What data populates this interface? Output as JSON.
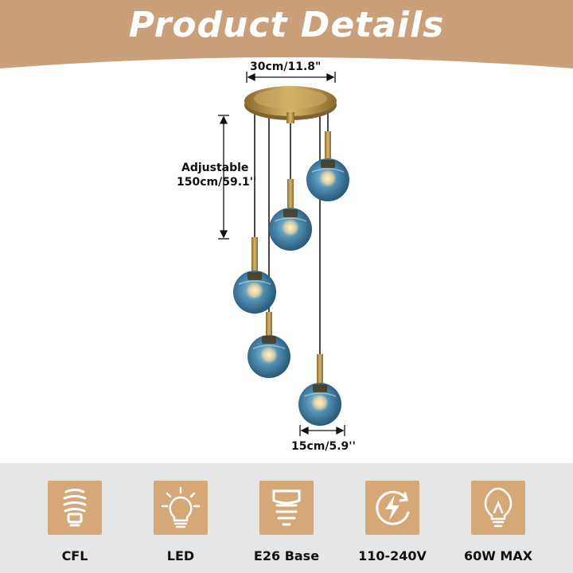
{
  "header": {
    "title": "Product Details",
    "bg_color": "#c9a07a"
  },
  "dimensions": {
    "canopy_width": "30cm/11.8\"",
    "cord_line1": "Adjustable",
    "cord_line2": "150cm/59.1''",
    "globe_diameter": "15cm/5.9''"
  },
  "product": {
    "globe_color": "#4a86a8",
    "hardware_color": "#b8934a"
  },
  "features": [
    {
      "label": "CFL",
      "icon": "cfl-bulb-icon"
    },
    {
      "label": "LED",
      "icon": "led-bulb-icon"
    },
    {
      "label": "E26 Base",
      "icon": "e26-base-icon"
    },
    {
      "label": "110-240V",
      "icon": "voltage-bolt-icon"
    },
    {
      "label": "60W MAX",
      "icon": "incandescent-bulb-icon"
    }
  ],
  "colors": {
    "tile": "#d7a877",
    "footer_bg": "#e6e6e6"
  }
}
